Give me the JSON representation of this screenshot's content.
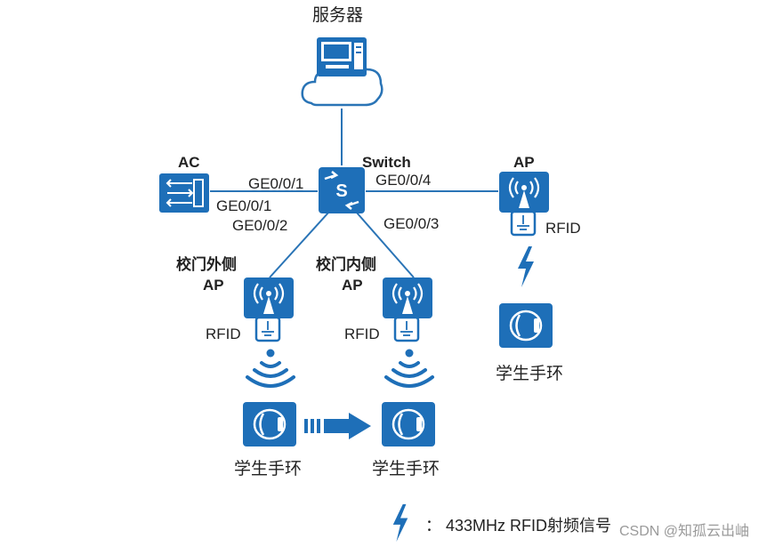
{
  "colors": {
    "device_blue": "#1e6fb8",
    "line_blue": "#2a74b6",
    "white": "#ffffff"
  },
  "server": {
    "label": "服务器",
    "icon": "server-cloud-icon"
  },
  "switch": {
    "label": "Switch",
    "letter": "S",
    "icon": "switch-icon"
  },
  "ac": {
    "label": "AC",
    "icon": "access-controller-icon"
  },
  "ports": {
    "switch_to_ac": "GE0/0/1",
    "ac_port": "GE0/0/1",
    "switch_to_outer_ap": "GE0/0/2",
    "switch_to_inner_ap": "GE0/0/3",
    "switch_to_ap": "GE0/0/4"
  },
  "aps": [
    {
      "label_line1": "校门外侧",
      "label_line2": "AP",
      "rfid": "RFID",
      "icon": "wireless-ap-icon"
    },
    {
      "label_line1": "校门内侧",
      "label_line2": "AP",
      "rfid": "RFID",
      "icon": "wireless-ap-icon"
    },
    {
      "label_line1": "",
      "label_line2": "AP",
      "rfid": "RFID",
      "icon": "wireless-ap-icon"
    }
  ],
  "wristbands": [
    {
      "label": "学生手环",
      "icon": "wristband-icon"
    },
    {
      "label": "学生手环",
      "icon": "wristband-icon"
    },
    {
      "label": "学生手环",
      "icon": "wristband-icon"
    }
  ],
  "legend": {
    "icon": "lightning-icon",
    "text": "： 433MHz RFID射频信号"
  },
  "watermark": "CSDN @知孤云出岫"
}
